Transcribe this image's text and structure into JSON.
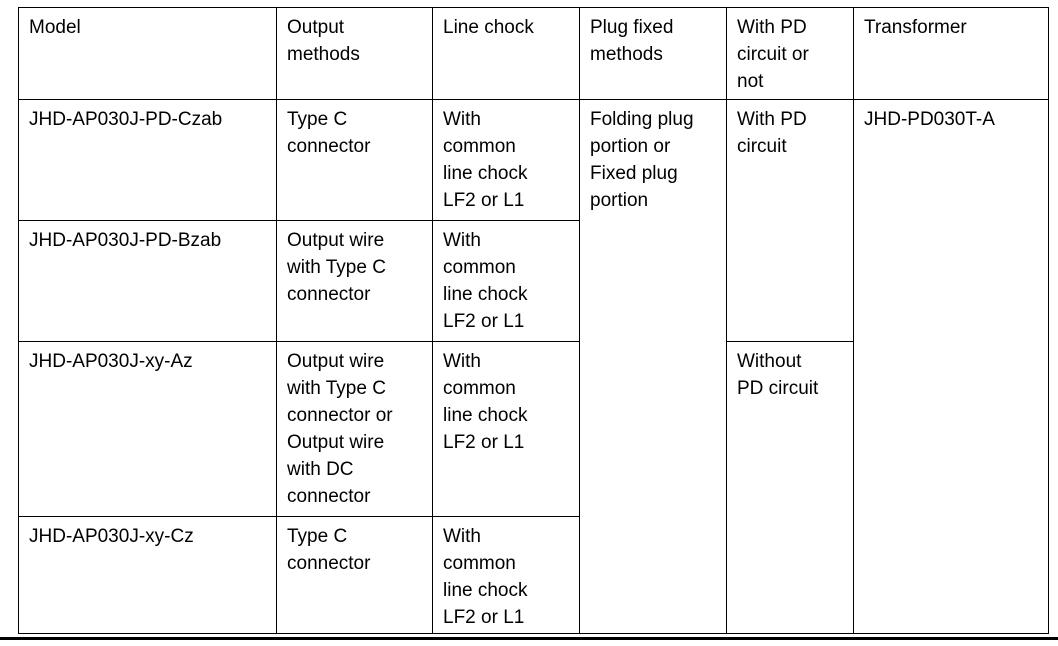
{
  "page": {
    "background_color": "#ffffff",
    "text_color": "#000000",
    "border_color": "#000000"
  },
  "table": {
    "columns": [
      {
        "label": "Model"
      },
      {
        "label": "Output\nmethods"
      },
      {
        "label": "Line chock"
      },
      {
        "label": "Plug fixed\nmethods"
      },
      {
        "label": "With PD\ncircuit or\nnot"
      },
      {
        "label": "Transformer"
      }
    ],
    "rows": [
      {
        "model": "JHD-AP030J-PD-Czab",
        "output_method": "Type C\nconnector",
        "line_chock": "With\ncommon\nline chock\nLF2 or L1"
      },
      {
        "model": "JHD-AP030J-PD-Bzab",
        "output_method": "Output wire\nwith Type C\nconnector",
        "line_chock": "With\ncommon\nline chock\nLF2 or L1"
      },
      {
        "model": "JHD-AP030J-xy-Az",
        "output_method": "Output wire\nwith Type C\nconnector or\nOutput wire\nwith DC\nconnector",
        "line_chock": "With\ncommon\nline chock\nLF2 or L1"
      },
      {
        "model": "JHD-AP030J-xy-Cz",
        "output_method": "Type C\nconnector",
        "line_chock": "With\ncommon\nline chock\nLF2 or L1"
      }
    ],
    "merged": {
      "plug_fixed_methods": "Folding plug\nportion or\nFixed plug\nportion",
      "with_pd_circuit": "With PD\ncircuit",
      "without_pd_circuit": "Without\nPD circuit",
      "transformer": "JHD-PD030T-A"
    }
  }
}
